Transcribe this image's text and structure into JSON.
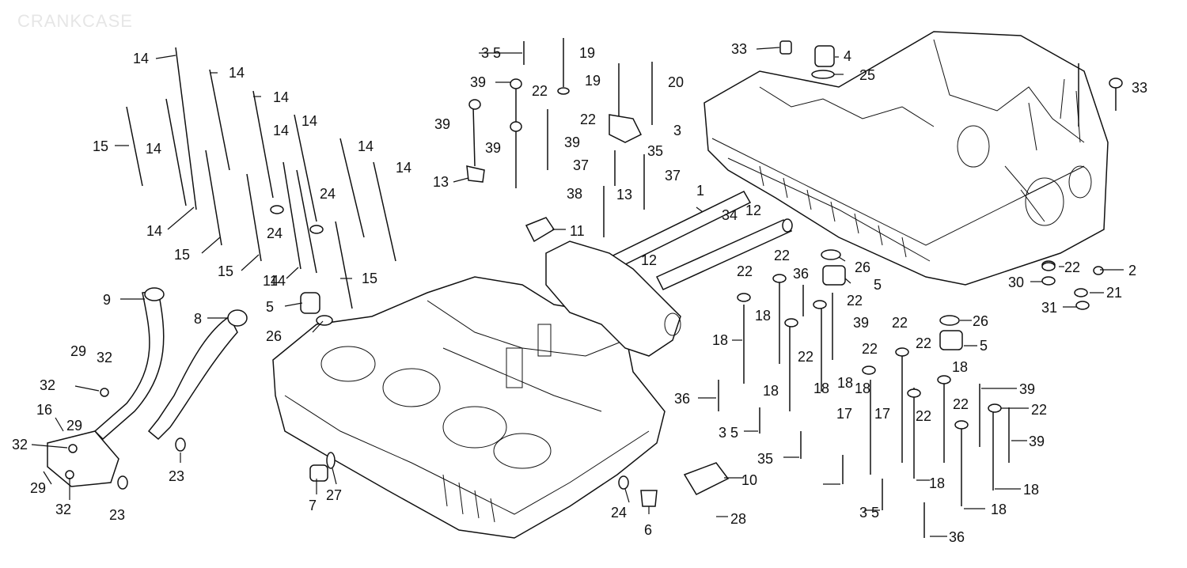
{
  "title": "CRANKCASE",
  "labels": [
    {
      "id": "l1",
      "text": "14"
    },
    {
      "id": "l2",
      "text": "14"
    },
    {
      "id": "l3",
      "text": "14"
    },
    {
      "id": "l4",
      "text": "14"
    },
    {
      "id": "l5",
      "text": "14"
    },
    {
      "id": "l6",
      "text": "15"
    },
    {
      "id": "l7",
      "text": "14"
    },
    {
      "id": "l8",
      "text": "14"
    },
    {
      "id": "l9",
      "text": "14"
    },
    {
      "id": "l10",
      "text": "14"
    },
    {
      "id": "l11",
      "text": "24"
    },
    {
      "id": "l12",
      "text": "24"
    },
    {
      "id": "l13",
      "text": "14"
    },
    {
      "id": "l14",
      "text": "15"
    },
    {
      "id": "l15",
      "text": "15"
    },
    {
      "id": "l16",
      "text": "14"
    },
    {
      "id": "l17",
      "text": "15"
    },
    {
      "id": "l18",
      "text": "3 5"
    },
    {
      "id": "l19",
      "text": "19"
    },
    {
      "id": "l20",
      "text": "39"
    },
    {
      "id": "l21",
      "text": "22"
    },
    {
      "id": "l22",
      "text": "19"
    },
    {
      "id": "l23",
      "text": "20"
    },
    {
      "id": "l24",
      "text": "39"
    },
    {
      "id": "l25",
      "text": "22"
    },
    {
      "id": "l26",
      "text": "3"
    },
    {
      "id": "l27",
      "text": "39"
    },
    {
      "id": "l28",
      "text": "39"
    },
    {
      "id": "l29",
      "text": "35"
    },
    {
      "id": "l30",
      "text": "37"
    },
    {
      "id": "l31",
      "text": "37"
    },
    {
      "id": "l32",
      "text": "13"
    },
    {
      "id": "l33",
      "text": "38"
    },
    {
      "id": "l34",
      "text": "13"
    },
    {
      "id": "l35",
      "text": "11"
    },
    {
      "id": "l36",
      "text": "1"
    },
    {
      "id": "l37",
      "text": "34"
    },
    {
      "id": "l38",
      "text": "12"
    },
    {
      "id": "l39",
      "text": "12"
    },
    {
      "id": "l40",
      "text": "33"
    },
    {
      "id": "l41",
      "text": "4"
    },
    {
      "id": "l42",
      "text": "25"
    },
    {
      "id": "l43",
      "text": "33"
    },
    {
      "id": "l44",
      "text": "26"
    },
    {
      "id": "l45",
      "text": "5"
    },
    {
      "id": "l46",
      "text": "22"
    },
    {
      "id": "l47",
      "text": "22"
    },
    {
      "id": "l48",
      "text": "36"
    },
    {
      "id": "l49",
      "text": "22"
    },
    {
      "id": "l50",
      "text": "18"
    },
    {
      "id": "l51",
      "text": "39"
    },
    {
      "id": "l52",
      "text": "18"
    },
    {
      "id": "l53",
      "text": "22"
    },
    {
      "id": "l54",
      "text": "18"
    },
    {
      "id": "l55",
      "text": "18"
    },
    {
      "id": "l56",
      "text": "36"
    },
    {
      "id": "l57",
      "text": "3 5"
    },
    {
      "id": "l58",
      "text": "35"
    },
    {
      "id": "l59",
      "text": "10"
    },
    {
      "id": "l60",
      "text": "28"
    },
    {
      "id": "l61",
      "text": "24"
    },
    {
      "id": "l62",
      "text": "6"
    },
    {
      "id": "l63",
      "text": "7"
    },
    {
      "id": "l64",
      "text": "27"
    },
    {
      "id": "l65",
      "text": "5"
    },
    {
      "id": "l66",
      "text": "26"
    },
    {
      "id": "l67",
      "text": "9"
    },
    {
      "id": "l68",
      "text": "8"
    },
    {
      "id": "l69",
      "text": "29"
    },
    {
      "id": "l70",
      "text": "32"
    },
    {
      "id": "l71",
      "text": "32"
    },
    {
      "id": "l72",
      "text": "29"
    },
    {
      "id": "l73",
      "text": "16"
    },
    {
      "id": "l74",
      "text": "32"
    },
    {
      "id": "l75",
      "text": "29"
    },
    {
      "id": "l76",
      "text": "32"
    },
    {
      "id": "l77",
      "text": "23"
    },
    {
      "id": "l78",
      "text": "23"
    },
    {
      "id": "l79",
      "text": "22"
    },
    {
      "id": "l80",
      "text": "2"
    },
    {
      "id": "l81",
      "text": "30"
    },
    {
      "id": "l82",
      "text": "21"
    },
    {
      "id": "l83",
      "text": "31"
    },
    {
      "id": "l84",
      "text": "26"
    },
    {
      "id": "l85",
      "text": "5"
    },
    {
      "id": "l86",
      "text": "22"
    },
    {
      "id": "l87",
      "text": "22"
    },
    {
      "id": "l88",
      "text": "22"
    },
    {
      "id": "l89",
      "text": "18"
    },
    {
      "id": "l90",
      "text": "39"
    },
    {
      "id": "l91",
      "text": "17"
    },
    {
      "id": "l92",
      "text": "17"
    },
    {
      "id": "l93",
      "text": "22"
    },
    {
      "id": "l94",
      "text": "22"
    },
    {
      "id": "l95",
      "text": "22"
    },
    {
      "id": "l96",
      "text": "39"
    },
    {
      "id": "l97",
      "text": "18"
    },
    {
      "id": "l98",
      "text": "18"
    },
    {
      "id": "l99",
      "text": "18"
    },
    {
      "id": "l100",
      "text": "3 5"
    },
    {
      "id": "l101",
      "text": "36"
    },
    {
      "id": "l102",
      "text": "18"
    },
    {
      "id": "l103",
      "text": "18"
    }
  ]
}
